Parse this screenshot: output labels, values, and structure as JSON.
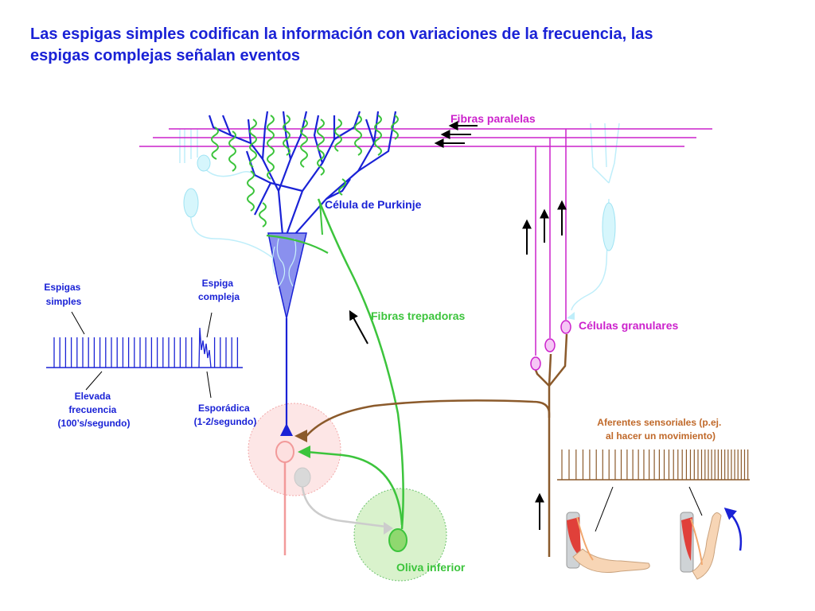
{
  "title": {
    "line1": "Las espigas simples codifican la información con variaciones de la frecuencia, las",
    "line2": "espigas complejas señalan eventos"
  },
  "labels": {
    "parallel_fibers": "Fibras paralelas",
    "purkinje_cell": "Célula de Purkinje",
    "climbing_fibers": "Fibras trepadoras",
    "granule_cells": "Células granulares",
    "inferior_olive": "Oliva inferior",
    "simple_spikes": [
      "Espigas",
      "simples"
    ],
    "complex_spike": [
      "Espiga",
      "compleja"
    ],
    "high_frequency": [
      "Elevada",
      "frecuencia",
      "(100’s/segundo)"
    ],
    "sporadic": [
      "Esporádica",
      "(1-2/segundo)"
    ],
    "sensory_afferents": [
      "Aferentes sensoriales (p.ej.",
      "al hacer un movimiento)"
    ]
  },
  "colors": {
    "title": "#1a22d6",
    "purkinje": "#1a22d6",
    "parallel_fibers": "#cc22cc",
    "climbing_fibers": "#3cc43c",
    "mossy_fibers": "#8b5a2b",
    "sensory_text": "#c0692a",
    "interneuron": "#c8f0fa"
  }
}
